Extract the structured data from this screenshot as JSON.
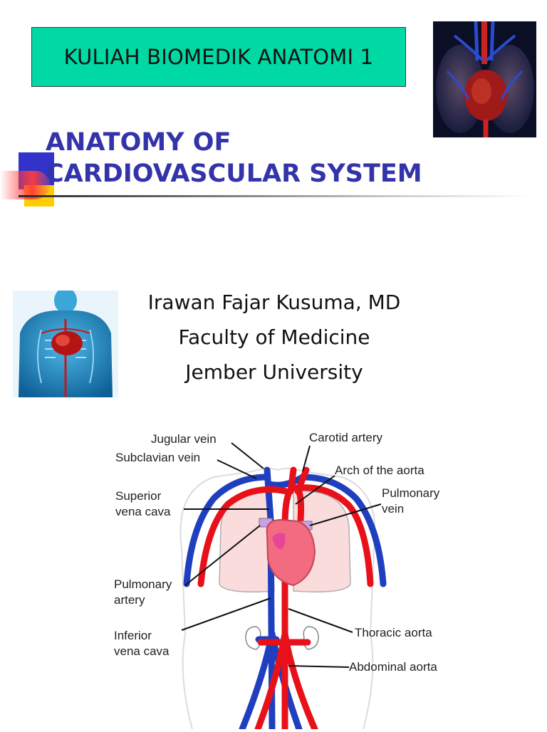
{
  "course_title": "KULIAH BIOMEDIK ANATOMI 1",
  "title": {
    "line1": "ANATOMY  OF",
    "line2": "CARDIOVASCULAR SYSTEM"
  },
  "author": {
    "name": "Irawan Fajar Kusuma, MD",
    "faculty": "Faculty of Medicine",
    "university": "Jember University"
  },
  "diagram": {
    "labels": {
      "jugular_vein": "Jugular vein",
      "subclavian_vein": "Subclavian vein",
      "superior_1": "Superior",
      "superior_2": "vena cava",
      "pulmonary_artery_1": "Pulmonary",
      "pulmonary_artery_2": "artery",
      "inferior_1": "Inferior",
      "inferior_2": "vena cava",
      "carotid_artery": "Carotid artery",
      "arch_aorta": "Arch of the aorta",
      "pulmonary_vein_1": "Pulmonary",
      "pulmonary_vein_2": "vein",
      "thoracic_aorta": "Thoracic aorta",
      "abdominal_aorta": "Abdominal aorta"
    }
  },
  "colors": {
    "course_box": "#00d9a3",
    "title": "#3333aa",
    "artery": "#e8111a",
    "vein": "#1f3fbf",
    "lung": "#fbdcdc",
    "heart": "#f26b80"
  }
}
